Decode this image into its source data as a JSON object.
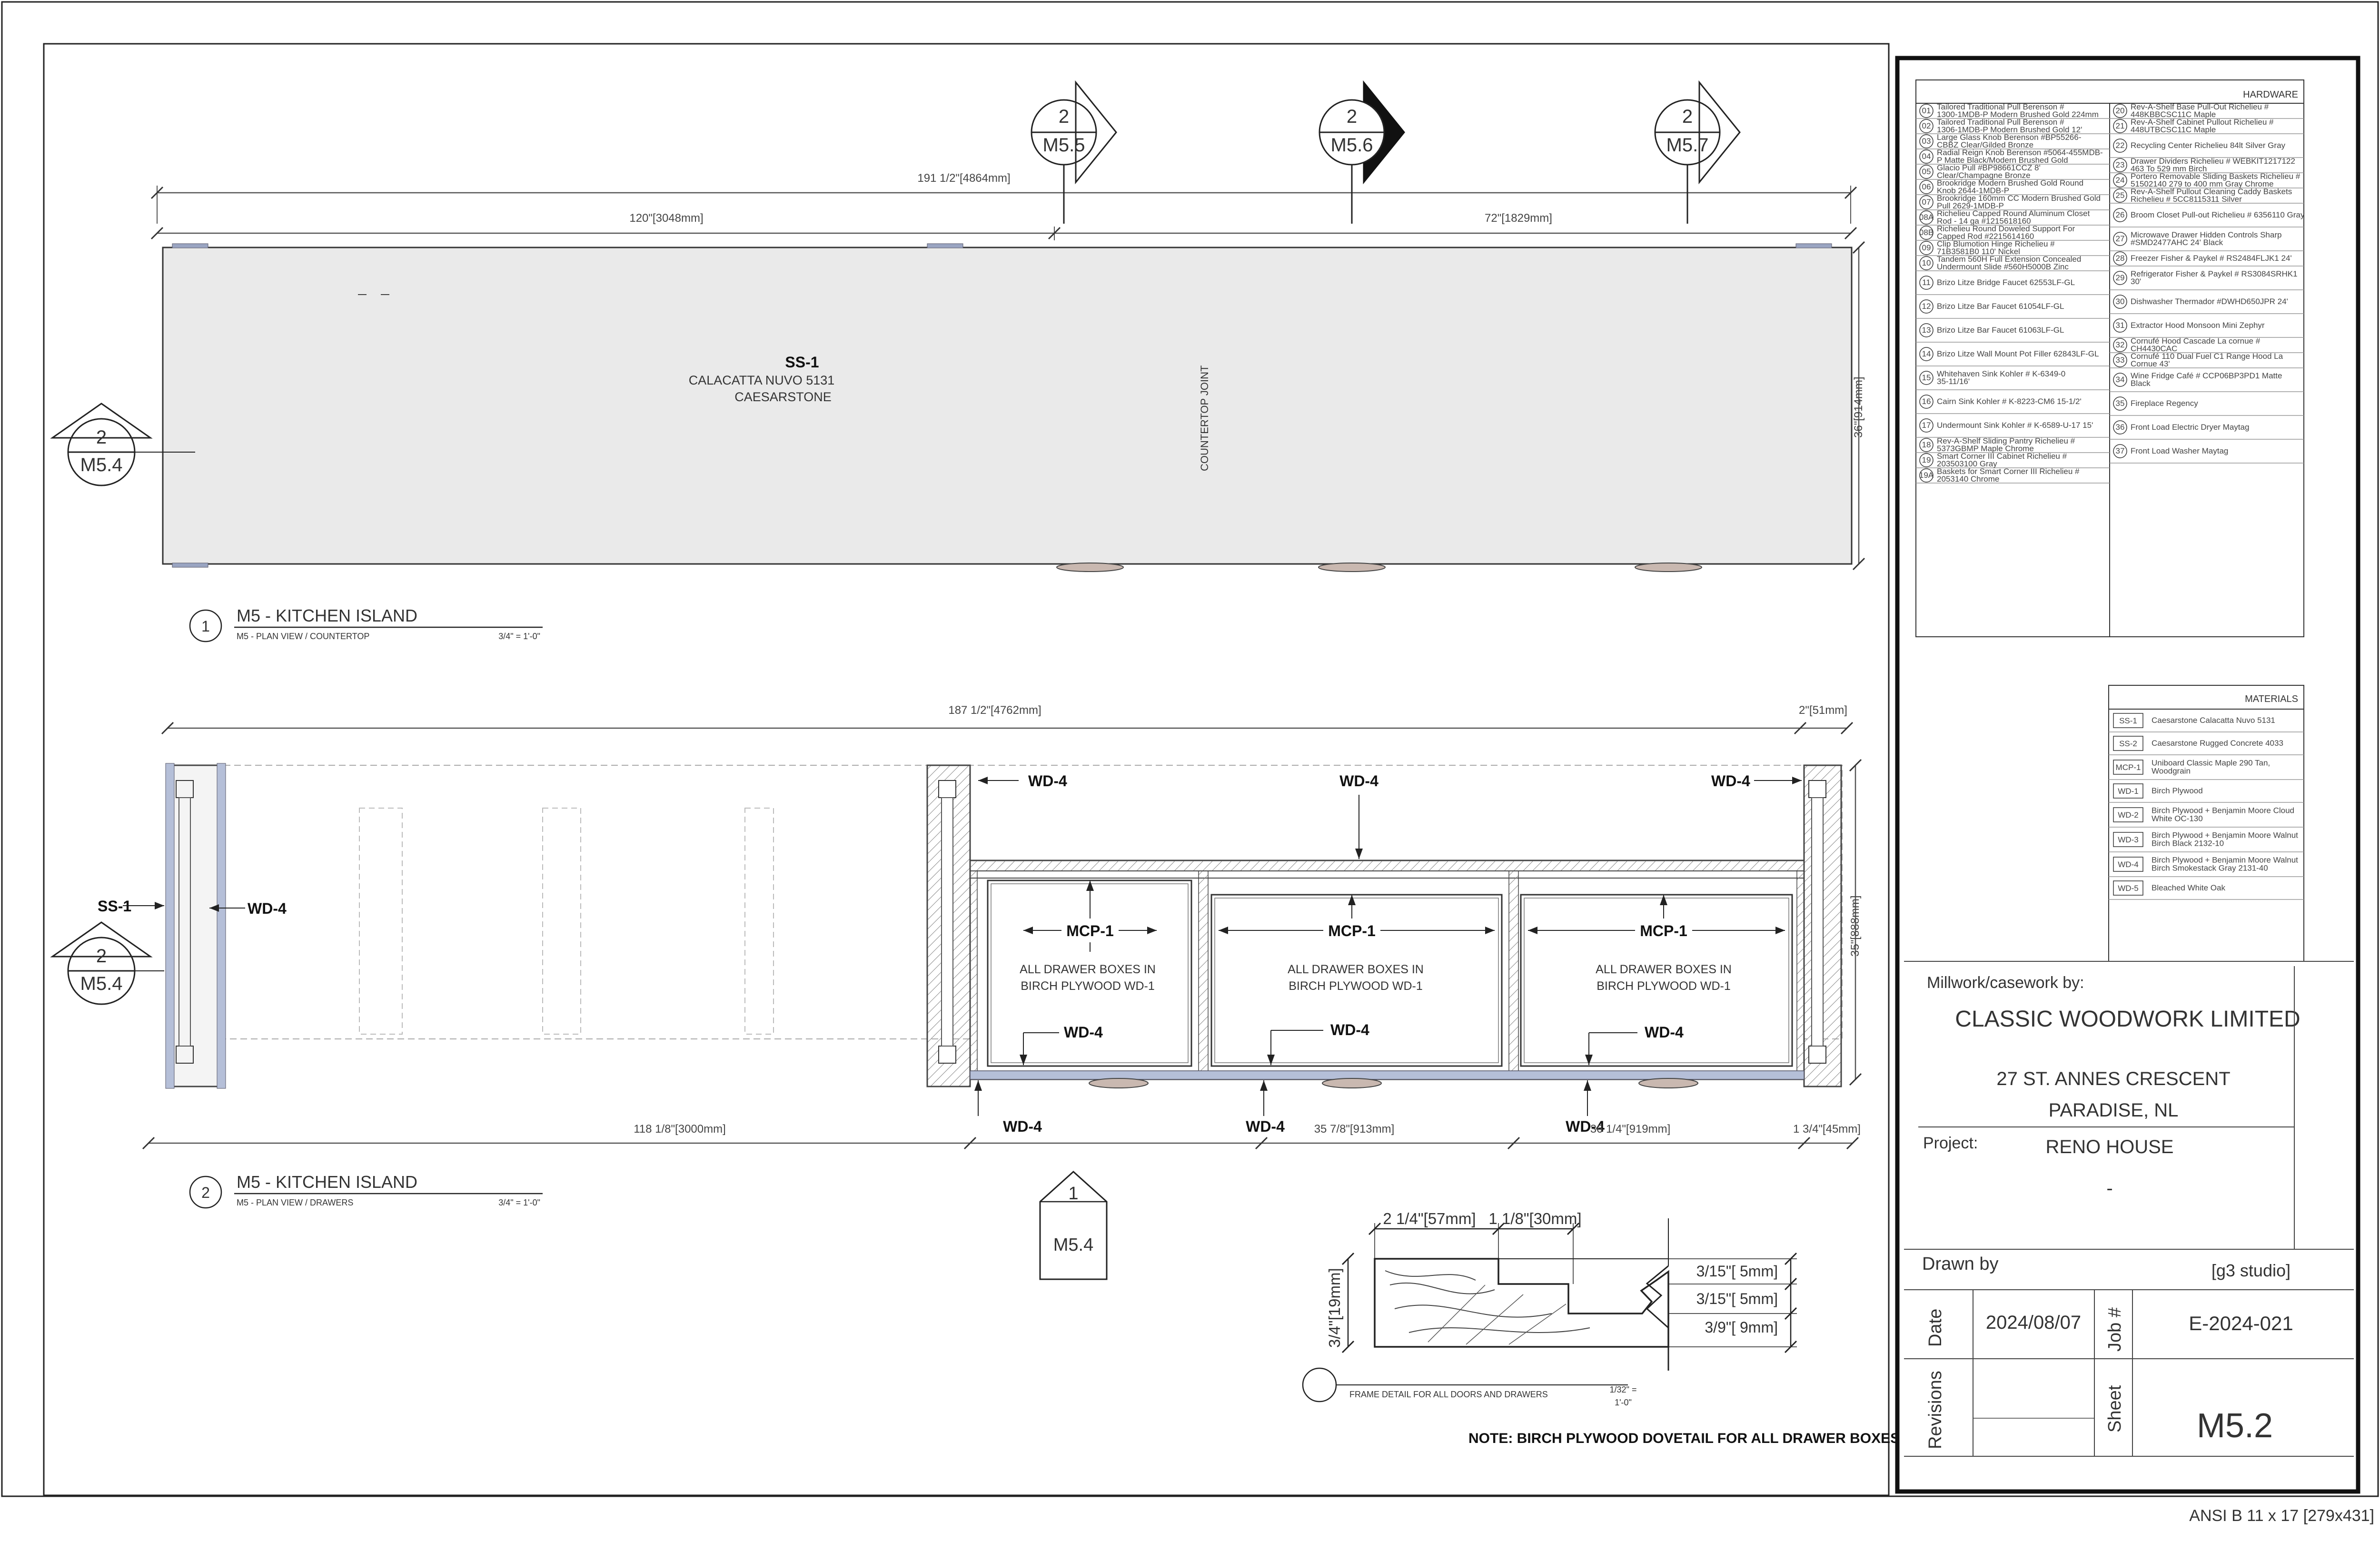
{
  "sheet_size": "ANSI B 11 x 17 [279x431]",
  "callouts": {
    "top": [
      {
        "num": "2",
        "ref": "M5.5"
      },
      {
        "num": "2",
        "ref": "M5.6"
      },
      {
        "num": "2",
        "ref": "M5.7"
      }
    ],
    "left_plan": {
      "num": "2",
      "ref": "M5.4"
    },
    "left_drawers": {
      "num": "2",
      "ref": "M5.4"
    },
    "bottom": {
      "num": "1",
      "ref": "M5.4"
    }
  },
  "view1": {
    "num": "1",
    "title": "M5 - KITCHEN ISLAND",
    "subtitle": "M5 - PLAN VIEW / COUNTERTOP",
    "scale": "3/4\" = 1'-0\"",
    "dim_total": "191 1/2\"[4864mm]",
    "dim_left": "120\"[3048mm]",
    "dim_right": "72\"[1829mm]",
    "dim_depth": "36\"[914mm]",
    "material_tag": "SS-1",
    "material_lines": [
      "CALACATTA NUVO 5131",
      "CAESARSTONE"
    ],
    "joint_label": "COUNTERTOP JOINT"
  },
  "view2": {
    "num": "2",
    "title": "M5 - KITCHEN ISLAND",
    "subtitle": "M5 - PLAN VIEW / DRAWERS",
    "scale": "3/4\" = 1'-0\"",
    "dim_total": "187 1/2\"[4762mm]",
    "dim_end": "2\"[51mm]",
    "dim_depth": "35\"[888mm]",
    "dim_b1": "118 1/8\"[3000mm]",
    "dim_b2": "35 7/8\"[913mm]",
    "dim_b3": "36 1/4\"[919mm]",
    "dim_b4": "1 3/4\"[45mm]",
    "tag_ss1": "SS-1",
    "tag_wd4": "WD-4",
    "tag_mcp1": "MCP-1",
    "drawer_note": [
      "ALL DRAWER BOXES IN",
      "BIRCH PLYWOOD WD-1"
    ]
  },
  "detail": {
    "dim_a": "2 1/4\"[57mm]",
    "dim_b": "1 1/8\"[30mm]",
    "dim_h": "3/4\"[19mm]",
    "dim_r1": "3/15\"[ 5mm]",
    "dim_r2": "3/15\"[ 5mm]",
    "dim_r3": "3/9\"[ 9mm]",
    "caption": "FRAME DETAIL FOR ALL DOORS AND DRAWERS",
    "scale_a": "1/32\" =",
    "scale_b": "1'-0\"",
    "note": "NOTE: BIRCH PLYWOOD DOVETAIL FOR ALL DRAWER BOXES"
  },
  "hardware": {
    "title": "HARDWARE",
    "left": [
      {
        "n": "01",
        "lines": [
          "Tailored Traditional Pull Berenson #",
          "1300-1MDB-P Modern Brushed Gold 224mm"
        ]
      },
      {
        "n": "02",
        "lines": [
          "Tailored Traditional Pull Berenson #",
          "1306-1MDB-P Modern Brushed Gold 12'"
        ]
      },
      {
        "n": "03",
        "lines": [
          "Large Glass Knob Berenson #BP55266-",
          "CBBZ Clear/Gilded Bronze"
        ]
      },
      {
        "n": "04",
        "lines": [
          "Radial Reign Knob Berenson #5064-455MDB-",
          "P Matte Black/Modern Brushed Gold"
        ]
      },
      {
        "n": "05",
        "lines": [
          "Glacio Pull #BP98661CCZ 8'",
          "Clear/Champagne Bronze"
        ]
      },
      {
        "n": "06",
        "lines": [
          "Brookridge Modern Brushed Gold Round",
          "Knob 2644-1MDB-P"
        ]
      },
      {
        "n": "07",
        "lines": [
          "Brookridge 160mm CC Modern Brushed Gold",
          "Pull 2629-1MDB-P"
        ]
      },
      {
        "n": "08A",
        "lines": [
          "Richelieu Capped Round Aluminum Closet",
          "Rod - 14 ga #1215618160"
        ]
      },
      {
        "n": "08B",
        "lines": [
          "Richelieu Round Doweled Support For",
          "Capped Rod #2215614160"
        ]
      },
      {
        "n": "09",
        "lines": [
          "Clip Blumotion Hinge Richelieu #",
          "71B3581B0 110' Nickel"
        ]
      },
      {
        "n": "10",
        "lines": [
          "Tandem 560H Full Extension Concealed",
          "Undermount Slide #560H5000B Zinc"
        ]
      },
      {
        "n": "11",
        "lines": [
          "Brizo Litze Bridge Faucet 62553LF-GL"
        ]
      },
      {
        "n": "12",
        "lines": [
          "Brizo Litze Bar Faucet 61054LF-GL"
        ]
      },
      {
        "n": "13",
        "lines": [
          "Brizo Litze Bar Faucet 61063LF-GL"
        ]
      },
      {
        "n": "14",
        "lines": [
          "Brizo Litze Wall Mount Pot Filler 62843LF-GL"
        ]
      },
      {
        "n": "15",
        "lines": [
          "Whitehaven Sink Kohler # K-6349-0",
          "35-11/16'"
        ]
      },
      {
        "n": "16",
        "lines": [
          "Cairn Sink Kohler # K-8223-CM6 15-1/2'"
        ]
      },
      {
        "n": "17",
        "lines": [
          "Undermount Sink Kohler # K-6589-U-17 15'"
        ]
      },
      {
        "n": "18",
        "lines": [
          "Rev-A-Shelf Sliding Pantry Richelieu #",
          "5373GBMP Maple Chrome"
        ]
      },
      {
        "n": "19",
        "lines": [
          "Smart Corner III Cabinet Richelieu #",
          "203503100 Gray"
        ]
      },
      {
        "n": "19A",
        "lines": [
          "Baskets for Smart Corner III Richelieu #",
          "2053140 Chrome"
        ]
      }
    ],
    "right": [
      {
        "n": "20",
        "lines": [
          "Rev-A-Shelf Base Pull-Out Richelieu #",
          "448KBBCSC11C Maple"
        ]
      },
      {
        "n": "21",
        "lines": [
          "Rev-A-Shelf Cabinet Pullout Richelieu #",
          "448UTBCSC11C Maple"
        ]
      },
      {
        "n": "22",
        "lines": [
          "Recycling Center Richelieu 84lt Silver Gray"
        ]
      },
      {
        "n": "23",
        "lines": [
          "Drawer Dividers Richelieu # WEBKIT1217122",
          "463 To 529 mm Birch"
        ]
      },
      {
        "n": "24",
        "lines": [
          "Portero Removable Sliding Baskets Richelieu #",
          "51502140 279 to 400 mm Gray Chrome"
        ]
      },
      {
        "n": "25",
        "lines": [
          "Rev-A-Shelf Pullout Cleaning Caddy Baskets",
          "Richelieu # 5CC8115311 Silver"
        ]
      },
      {
        "n": "26",
        "lines": [
          "Broom Closet Pull-out Richelieu # 6356110 Gray"
        ]
      },
      {
        "n": "27",
        "lines": [
          "Microwave Drawer Hidden Controls Sharp",
          "#SMD2477AHC 24' Black"
        ]
      },
      {
        "n": "28",
        "lines": [
          "Freezer Fisher & Paykel # RS2484FLJK1 24'"
        ]
      },
      {
        "n": "29",
        "lines": [
          "Refrigerator Fisher & Paykel # RS3084SRHK1",
          "30'"
        ]
      },
      {
        "n": "30",
        "lines": [
          "Dishwasher Thermador #DWHD650JPR 24'"
        ]
      },
      {
        "n": "31",
        "lines": [
          "Extractor Hood Monsoon Mini Zephyr"
        ]
      },
      {
        "n": "32",
        "lines": [
          "Cornufé Hood Cascade La cornue #",
          "CH4430CAC"
        ]
      },
      {
        "n": "33",
        "lines": [
          "Cornufé 110 Dual Fuel C1 Range Hood La",
          "Cornue 43'"
        ]
      },
      {
        "n": "34",
        "lines": [
          "Wine Fridge Café # CCP06BP3PD1 Matte",
          "Black"
        ]
      },
      {
        "n": "35",
        "lines": [
          "Fireplace Regency"
        ]
      },
      {
        "n": "36",
        "lines": [
          "Front Load Electric Dryer Maytag"
        ]
      },
      {
        "n": "37",
        "lines": [
          "Front Load Washer Maytag"
        ]
      }
    ]
  },
  "materials": {
    "title": "MATERIALS",
    "rows": [
      {
        "code": "SS-1",
        "lines": [
          "Caesarstone Calacatta Nuvo 5131"
        ]
      },
      {
        "code": "SS-2",
        "lines": [
          "Caesarstone Rugged Concrete 4033"
        ]
      },
      {
        "code": "MCP-1",
        "lines": [
          "Uniboard Classic Maple 290 Tan,",
          "Woodgrain"
        ]
      },
      {
        "code": "WD-1",
        "lines": [
          "Birch Plywood"
        ]
      },
      {
        "code": "WD-2",
        "lines": [
          "Birch Plywood + Benjamin Moore Cloud",
          "White OC-130"
        ]
      },
      {
        "code": "WD-3",
        "lines": [
          "Birch Plywood + Benjamin Moore Walnut",
          "Birch Black 2132-10"
        ]
      },
      {
        "code": "WD-4",
        "lines": [
          "Birch Plywood + Benjamin Moore Walnut",
          "Birch Smokestack Gray 2131-40"
        ]
      },
      {
        "code": "WD-5",
        "lines": [
          "Bleached White Oak"
        ]
      }
    ]
  },
  "titleblock": {
    "millwork_label": "Millwork/casework by:",
    "company": "CLASSIC WOODWORK LIMITED",
    "address1": "27 ST. ANNES CRESCENT",
    "address2": "PARADISE, NL",
    "project_label": "Project:",
    "project": "RENO HOUSE",
    "project_sub": "-",
    "drawn_label": "Drawn by",
    "drawn_by": "[g3 studio]",
    "date_label": "Date",
    "date": "2024/08/07",
    "job_label": "Job #",
    "job": "E-2024-021",
    "revisions_label": "Revisions",
    "sheet_label": "Sheet",
    "sheet": "M5.2"
  }
}
